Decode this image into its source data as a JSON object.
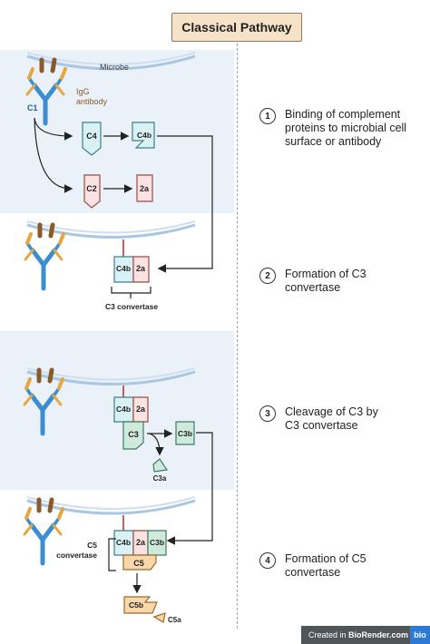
{
  "title": "Classical Pathway",
  "labels": {
    "microbe": "Microbe",
    "c1": "C1",
    "igg_line1": "IgG",
    "igg_line2": "antibody",
    "c4": "C4",
    "c4b": "C4b",
    "c2": "C2",
    "c2a": "2a",
    "c3": "C3",
    "c3a": "C3a",
    "c3b": "C3b",
    "c5": "C5",
    "c5b": "C5b",
    "c5a": "C5a",
    "c3_convertase": "C3 convertase",
    "c5_conv_line1": "C5",
    "c5_conv_line2": "convertase"
  },
  "steps": [
    {
      "num": "1",
      "text": "Binding of complement proteins to microbial cell surface or antibody"
    },
    {
      "num": "2",
      "text": "Formation of C3 convertase"
    },
    {
      "num": "3",
      "text": "Cleavage of C3 by C3 convertase"
    },
    {
      "num": "4",
      "text": "Formation of C5 convertase"
    }
  ],
  "footer": {
    "prefix": "Created in ",
    "brand": "BioRender.com",
    "logo": "bio"
  },
  "colors": {
    "panel": "#eaf1f9",
    "c4_fill": "#d9f1f4",
    "c4_stroke": "#3e7f88",
    "c2_fill": "#fbe3e1",
    "c2_stroke": "#9a4a45",
    "c3_fill": "#cfeadd",
    "c3_stroke": "#3d7c62",
    "c5_fill": "#f8d7ab",
    "c5_stroke": "#9c6a2a",
    "antibody_blue": "#3b8fd1",
    "antibody_gold": "#e6a640"
  }
}
